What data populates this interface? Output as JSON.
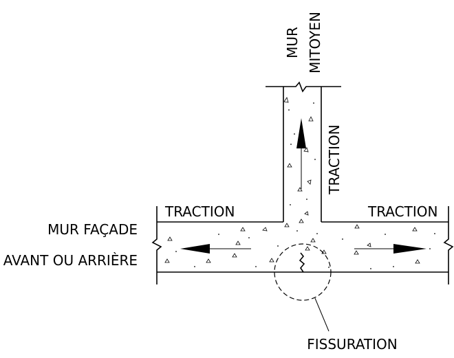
{
  "labels": {
    "party_wall_line1": "MUR",
    "party_wall_line2": "MITOYEN",
    "traction_vertical": "TRACTION",
    "traction_left": "TRACTION",
    "traction_right": "TRACTION",
    "facade_line1": "MUR FAÇADE",
    "facade_line2": "AVANT OU ARRIÈRE",
    "crack": "FISSURATION"
  },
  "colors": {
    "ink": "#000000",
    "background": "#ffffff"
  },
  "icons": {
    "arrow_up": "arrow-up-icon",
    "arrow_left": "arrow-left-icon",
    "arrow_right": "arrow-right-icon",
    "crack": "crack-icon",
    "break_symbol": "break-line-icon"
  }
}
